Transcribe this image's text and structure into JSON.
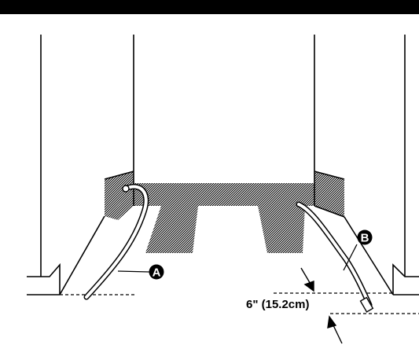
{
  "callouts": {
    "a": "A",
    "b": "B"
  },
  "dimension": {
    "label": "6\" (15.2cm)"
  },
  "colors": {
    "ink": "#000000",
    "paper": "#ffffff",
    "stipple": "#7a7a7a"
  }
}
